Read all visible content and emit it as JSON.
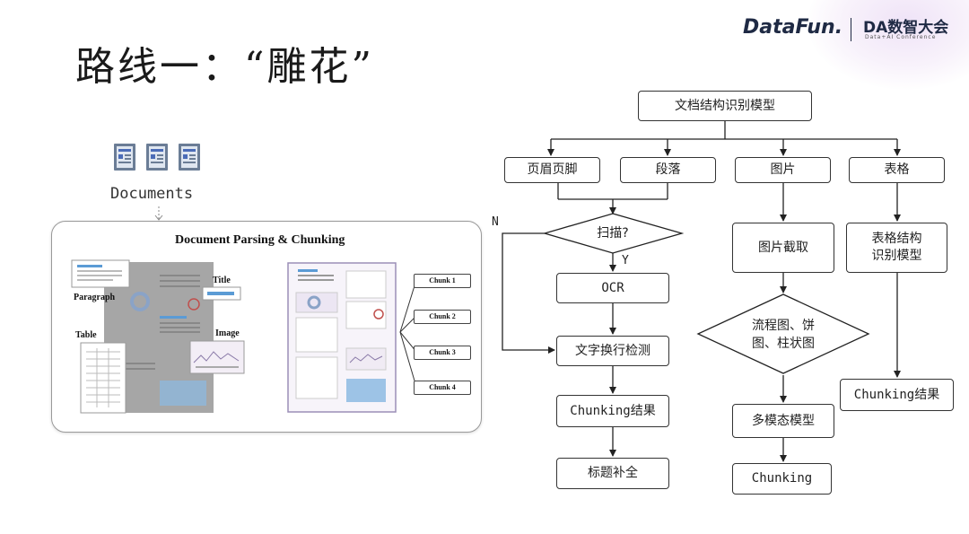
{
  "slide": {
    "title": "路线一：“雕花”"
  },
  "logo": {
    "datafun": "DataFun.",
    "conf_name": "DA数智大会",
    "conf_sub": "Data+AI Conference"
  },
  "left": {
    "documents_label": "Documents",
    "panel_title": "Document Parsing & Chunking",
    "labels": {
      "paragraph": "Paragraph",
      "title": "Title",
      "table": "Table",
      "image": "Image"
    },
    "chunks": [
      "Chunk 1",
      "Chunk 2",
      "Chunk 3",
      "Chunk 4"
    ]
  },
  "flowchart": {
    "root": "文档结构识别模型",
    "header_footer": "页眉页脚",
    "paragraph": "段落",
    "image": "图片",
    "table": "表格",
    "scan_decision": "扫描?",
    "yes": "Y",
    "no": "N",
    "ocr": "OCR",
    "line_break_detect": "文字换行检测",
    "chunking_result_left": "Chunking结果",
    "title_complete": "标题补全",
    "image_crop": "图片截取",
    "chart_decision_line1": "流程图、饼",
    "chart_decision_line2": "图、柱状图",
    "multimodal": "多模态模型",
    "chunking": "Chunking",
    "table_struct_line1": "表格结构",
    "table_struct_line2": "识别模型",
    "chunking_result_right": "Chunking结果"
  }
}
